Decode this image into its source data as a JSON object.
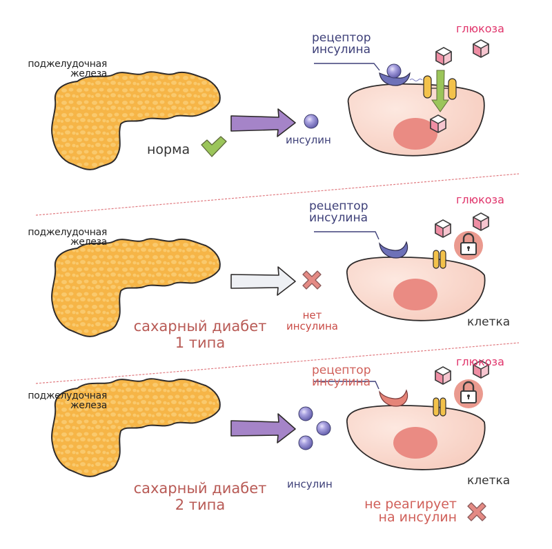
{
  "colors": {
    "pancreas": "#f6b547",
    "pancreas_dark": "#e9a233",
    "arrow_purple": "#a584c8",
    "arrow_empty": "#eef0f4",
    "insulin": "#7a74c0",
    "receptor_blue": "#6e71b8",
    "receptor_red": "#e58478",
    "cell": "#f8d4c7",
    "nucleus": "#ea8b83",
    "channel": "#f3c24b",
    "glucose_pink": "#ef8ea4",
    "green_arrow": "#9bc55a",
    "check": "#9bc55a",
    "cross": "#e48a84",
    "lock_bg": "#ea9a8f",
    "divider": "#e07a80"
  },
  "panels": [
    {
      "id": "normal",
      "pancreas_label": "поджелудочная\nжелеза",
      "status_label": "норма",
      "status_icon": "check-icon",
      "arrow_style": "filled",
      "insulin_count": 1,
      "insulin_label": "инсулин",
      "receptor_label": "рецептор\nинсулина",
      "receptor_state": "bound",
      "glucose_label": "глюкоза",
      "channel_state": "open",
      "glucose_enters": true
    },
    {
      "id": "type1",
      "pancreas_label": "поджелудочная\nжелеза",
      "diagnosis_label": "сахарный диабет\n1 типа",
      "arrow_style": "empty",
      "no_insulin_label": "нет\nинсулина",
      "receptor_label": "рецептор\nинсулина",
      "receptor_state": "empty",
      "glucose_label": "глюкоза",
      "channel_state": "locked",
      "cell_label": "клетка"
    },
    {
      "id": "type2",
      "pancreas_label": "поджелудочная\nжелеза",
      "diagnosis_label": "сахарный диабет\n2 типа",
      "arrow_style": "filled",
      "insulin_count": 3,
      "insulin_label": "инсулин",
      "receptor_label": "рецептор\nинсулина",
      "receptor_state": "insensitive",
      "glucose_label": "глюкоза",
      "channel_state": "locked",
      "cell_label": "клетка",
      "noreact_label": "не реагирует\nна инсулин"
    }
  ]
}
